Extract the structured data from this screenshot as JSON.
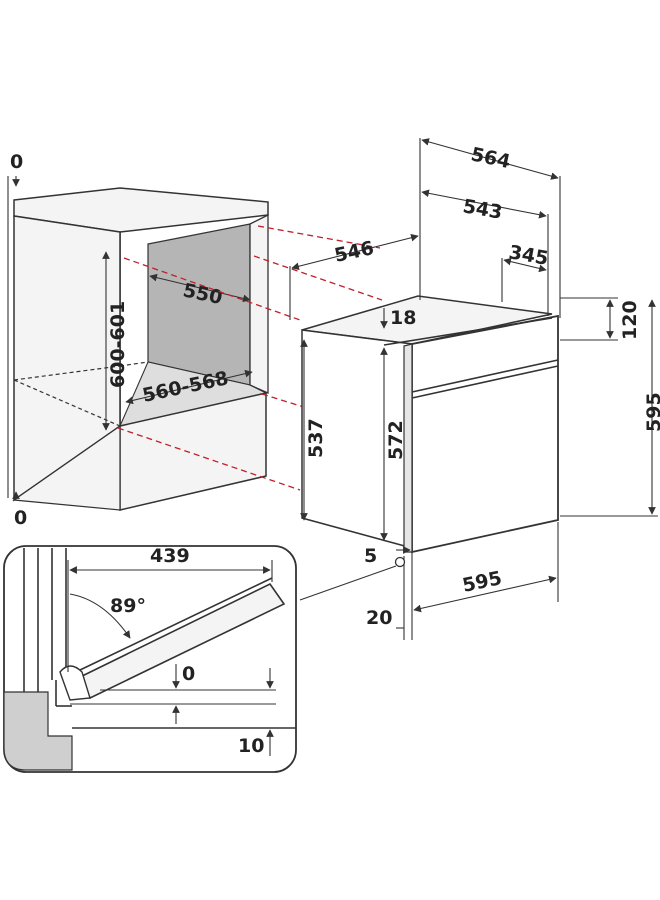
{
  "dimensions": {
    "cabinet_top_zero": "0",
    "cabinet_bottom_zero": "0",
    "niche_height": "600-601",
    "niche_depth": "550",
    "niche_width": "560-568",
    "oven_total_depth": "564",
    "oven_body_depth": "543",
    "front_depth": "345",
    "oven_niche_depth": "546",
    "panel_offset": "18",
    "top_panel_height": "120",
    "body_height_side": "537",
    "body_height_front": "572",
    "front_height": "595",
    "bottom_gap": "5",
    "front_width": "595",
    "front_thickness": "20",
    "door_width": "439",
    "door_angle": "89°",
    "door_gap_top": "0",
    "door_gap_bottom": "10"
  },
  "colors": {
    "niche_fill": "#b5b5b5",
    "cabinet_fill": "#f4f4f4",
    "red_guide": "#c0202a",
    "shaded_floor": "#cfcfcf"
  }
}
